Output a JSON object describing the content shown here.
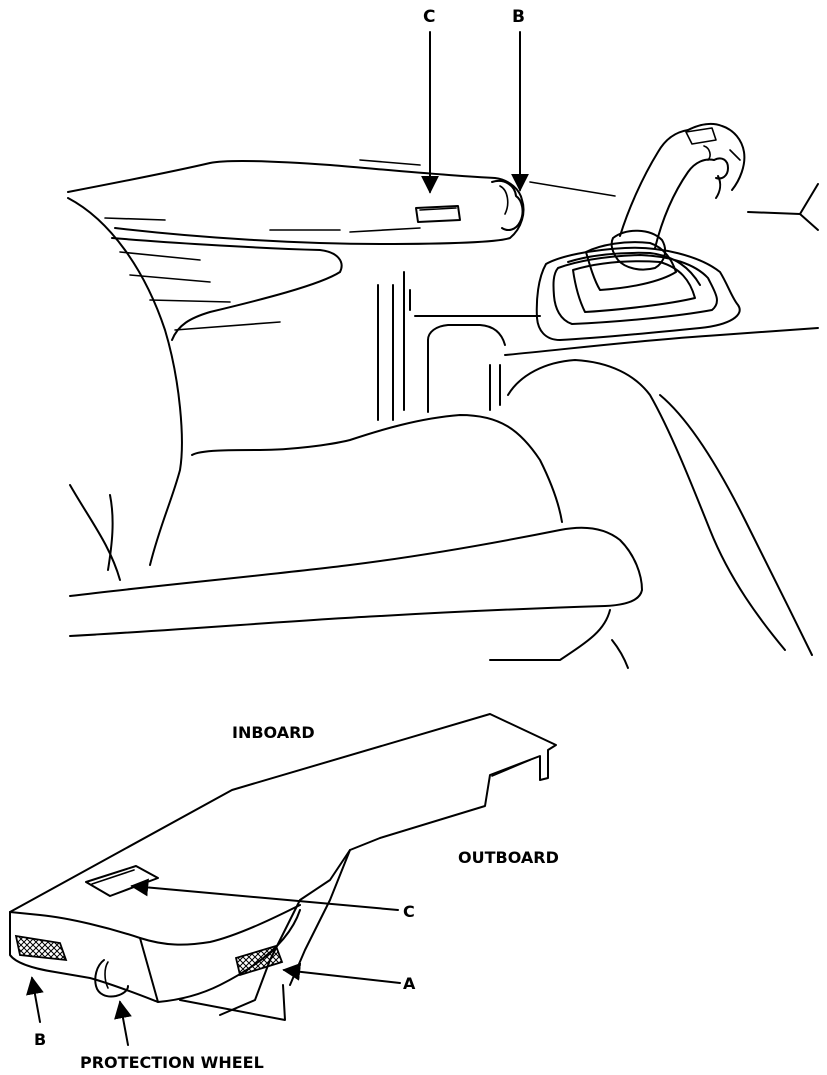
{
  "labels": {
    "top_c": "C",
    "top_b": "B",
    "inboard": "INBOARD",
    "outboard": "OUTBOARD",
    "bottom_c": "C",
    "bottom_a": "A",
    "bottom_b": "B",
    "protection_wheel": "PROTECTION WHEEL"
  }
}
